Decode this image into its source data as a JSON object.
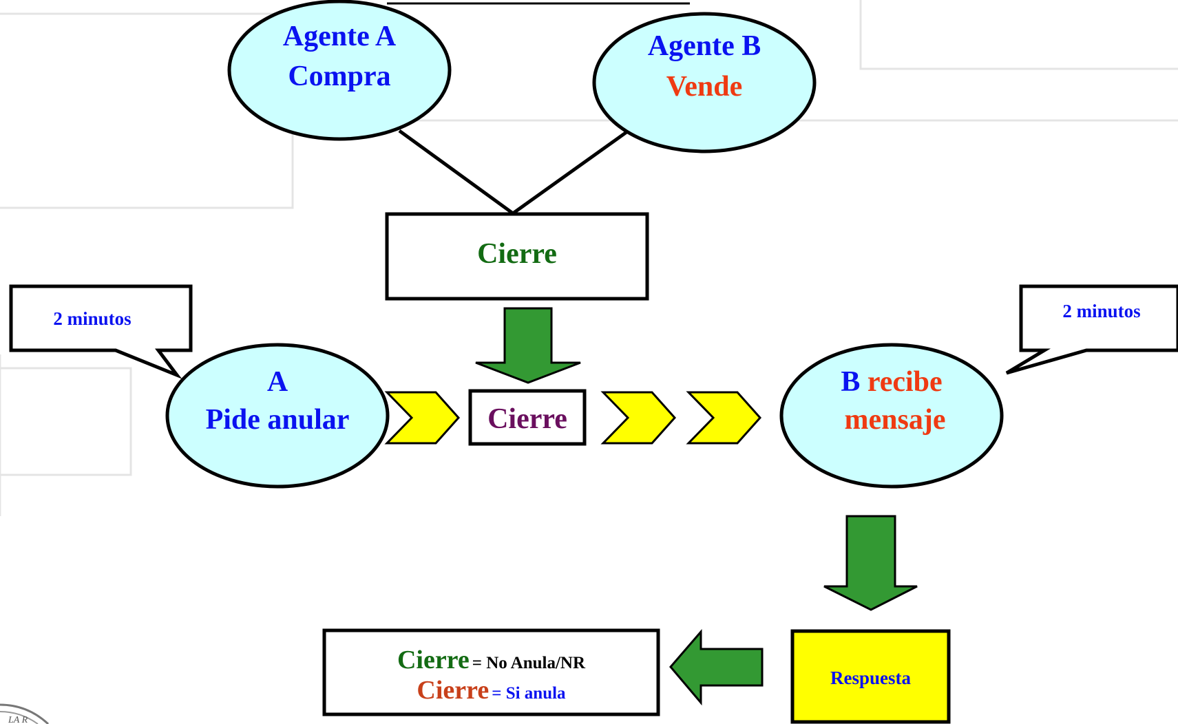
{
  "agent_a": {
    "line1": "Agente A",
    "line2": "Compra"
  },
  "agent_b": {
    "line1": "Agente B",
    "line2": "Vende"
  },
  "top_box": {
    "label": "Cierre"
  },
  "callout_left": {
    "label": "2 minutos"
  },
  "callout_right": {
    "label": "2 minutos"
  },
  "node_a": {
    "line1": "A",
    "line2": "Pide anular"
  },
  "middle_box": {
    "label": "Cierre"
  },
  "node_b": {
    "line1_b": "B",
    "line1_rest": "recibe",
    "line2": "mensaje"
  },
  "response_box": {
    "label": "Respuesta"
  },
  "result_box": {
    "row1_word": "Cierre",
    "row1_text": "= No Anula/NR",
    "row2_word": "Cierre",
    "row2_text": "= Si anula"
  },
  "colors": {
    "ellipse_fill": "#ccffff",
    "chevron_fill": "#ffff00",
    "arrow_fill": "#339933",
    "response_fill": "#ffff00",
    "title_blue": "#0a12f0",
    "title_red": "#ef3a12",
    "title_green": "#136b13"
  }
}
